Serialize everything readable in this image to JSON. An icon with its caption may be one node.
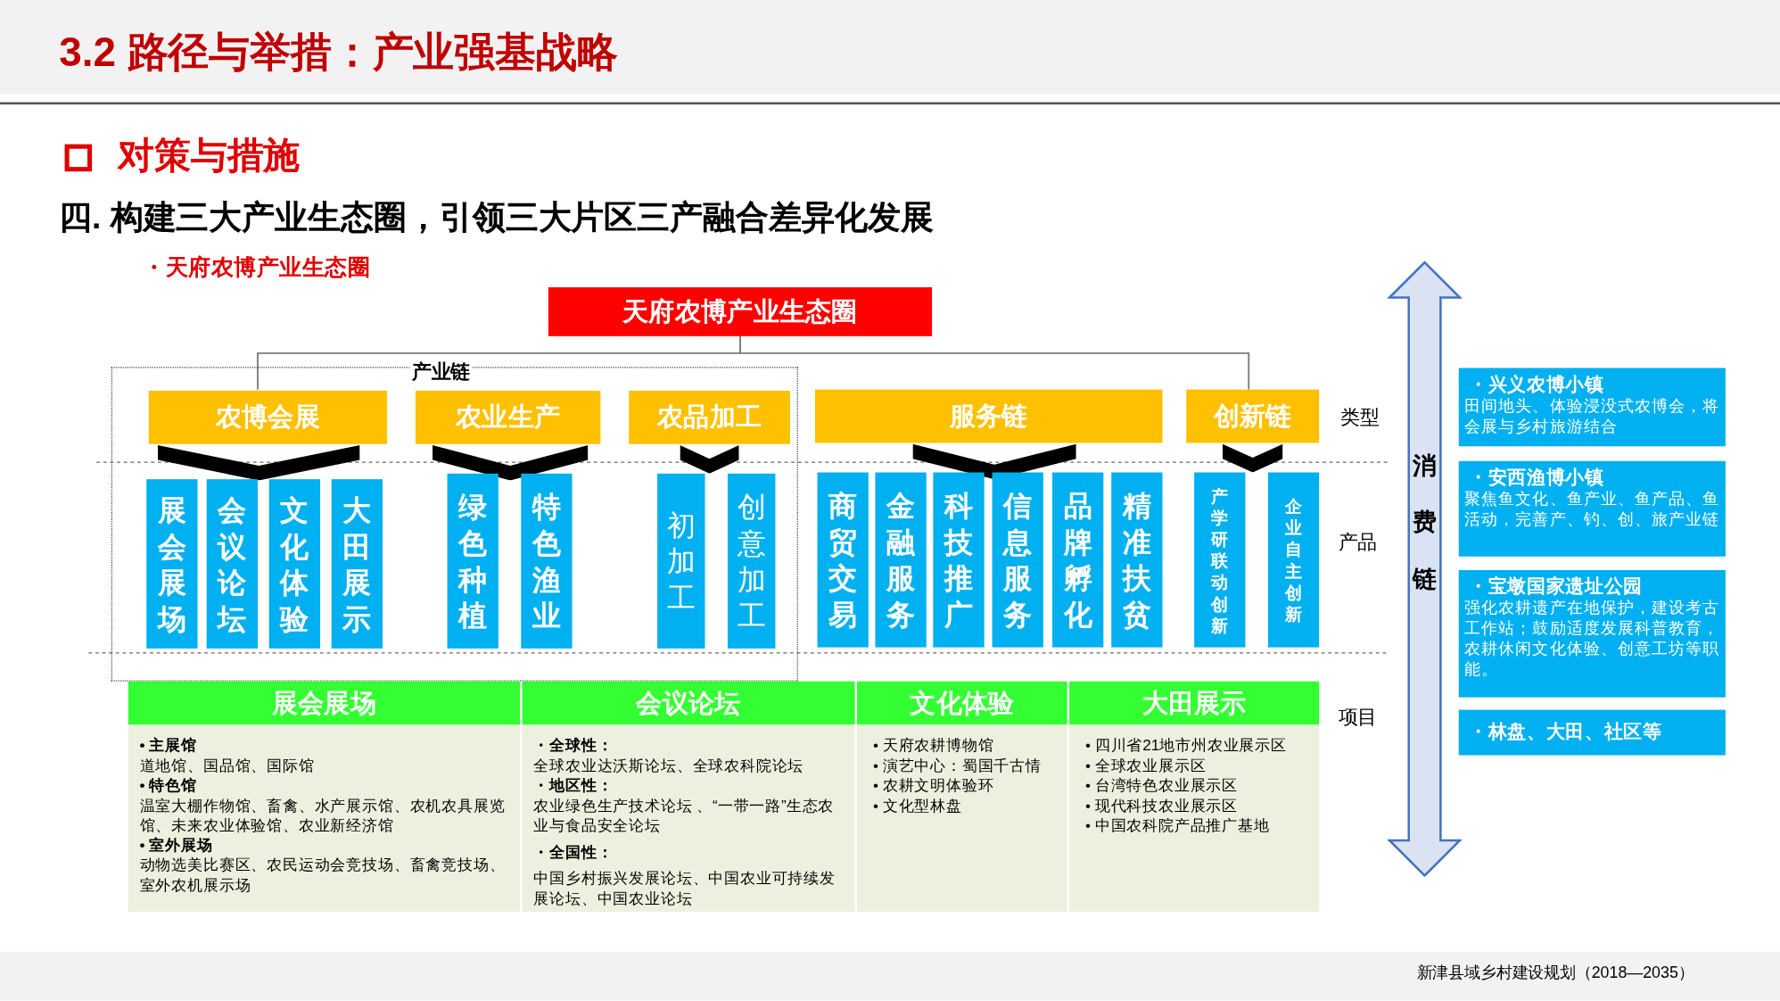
{
  "diagram": {
    "title": "3.2 路径与举措：产业强基战略",
    "nodes": [
      {
        "text": [
          "天府农博产业生态圈"
        ]
      },
      {
        "text": [
          "产业链"
        ]
      },
      {
        "text": [
          "农博会展"
        ],
        "in": 1
      },
      {
        "text": [
          "农业生产"
        ],
        "in": 1
      },
      {
        "text": [
          "农品加工"
        ],
        "in": 1
      },
      {
        "text": [
          "服务链"
        ]
      },
      {
        "text": [
          "创新链"
        ]
      },
      {
        "text": [
          "展会展场"
        ],
        "in": 1
      },
      {
        "text": [
          "会议论坛"
        ],
        "in": 1
      },
      {
        "text": [
          "文化体验"
        ],
        "in": 1
      },
      {
        "text": [
          "大田展示"
        ],
        "in": 1
      },
      {
        "text": [
          "绿色种植"
        ],
        "in": 1
      },
      {
        "text": [
          "特色渔业"
        ],
        "in": 1
      },
      {
        "text": [
          "初加工"
        ],
        "in": 1
      },
      {
        "text": [
          "创意加工"
        ],
        "in": 1
      },
      {
        "text": [
          "商贸交易"
        ]
      },
      {
        "text": [
          "金融服务"
        ]
      },
      {
        "text": [
          "科技推广"
        ]
      },
      {
        "text": [
          "信息服务"
        ]
      },
      {
        "text": [
          "品牌孵化"
        ]
      },
      {
        "text": [
          "精准扶贫"
        ]
      },
      {
        "text": [
          "产学研联动创新"
        ]
      },
      {
        "text": [
          "企业自主创新"
        ]
      },
      {
        "text": [
          "展会展场",
          "• 主展馆",
          "道地馆、国品馆、国际馆",
          "• 特色馆",
          "温室大棚作物馆、畜禽、水产展示馆、农机农具展览馆、未来农业体验馆、农业新经济馆",
          "• 室外展场",
          "动物选美比赛区、农民运动会竞技场、畜禽竞技场、室外农机展示场"
        ]
      },
      {
        "text": [
          "会议论坛",
          "・全球性：",
          "全球农业达沃斯论坛、全球农科院论坛",
          "・地区性：",
          "农业绿色生产技术论坛 、“一带一路”生态农业与食品安全论坛",
          "・全国性：",
          "中国乡村振兴发展论坛、中国农业可持续发展论坛、中国农业论坛"
        ]
      },
      {
        "text": [
          "文化体验",
          "• 天府农耕博物馆",
          "• 演艺中心：蜀国千古情",
          "• 农耕文明体验环",
          "• 文化型林盘"
        ]
      },
      {
        "text": [
          "大田展示",
          "• 四川省21地市州农业展示区",
          "• 全球农业展示区",
          "• 台湾特色农业展示区",
          "• 现代科技农业展示区",
          "• 中国农科院产品推广基地"
        ]
      },
      {
        "text": [
          "消费链"
        ]
      },
      {
        "text": [
          "・兴义农博小镇",
          "田间地头、体验浸没式农博会，将会展与乡村旅游结合"
        ]
      },
      {
        "text": [
          "・安西渔博小镇",
          "聚焦鱼文化、鱼产业、鱼产品、鱼活动，完善产、钓、创、旅产业链"
        ]
      },
      {
        "text": [
          "・宝墩国家遗址公园",
          "强化农耕遗产在地保护，建设考古工作站；鼓励适度发展科普教育，农耕休闲文化体验、创意工坊等职能。"
        ]
      },
      {
        "text": [
          "・林盘、大田、社区等"
        ]
      },
      {
        "text": [],
        "shape": "chevron",
        "in": 1
      },
      {
        "text": [],
        "shape": "chevron",
        "in": 1
      },
      {
        "text": [],
        "shape": "chevron",
        "in": 1
      },
      {
        "text": [],
        "shape": "chevron"
      },
      {
        "text": [],
        "shape": "chevron"
      }
    ],
    "edges": [
      {
        "from": 0,
        "to": 2,
        "arrow": "none"
      },
      {
        "from": 0,
        "to": 6,
        "arrow": "none"
      }
    ],
    "labels": [
      "对策与措施",
      "四. 构建三大产业生态圈，引领三大片区三产融合差异化发展",
      "・天府农博产业生态圈",
      "类型",
      "产品",
      "项目",
      "新津县域乡村建设规划（2018—2035）"
    ]
  }
}
